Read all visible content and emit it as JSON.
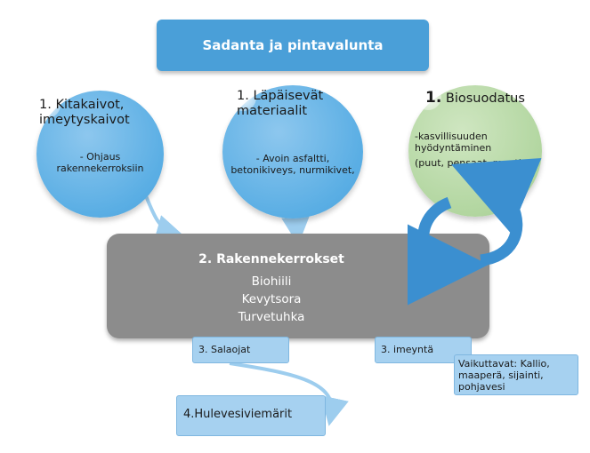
{
  "title": "Sadanta ja pintavalunta",
  "circles": [
    {
      "number": "1.",
      "heading_lines": [
        "Kitakaivot,",
        "imeytyskaivot"
      ],
      "detail_lines": [
        "- Ohjaus",
        "rakennekerroksiin"
      ]
    },
    {
      "number": "1.",
      "heading_lines": [
        "Läpäisevät",
        "materiaalit"
      ],
      "detail_lines": [
        "- Avoin asfaltti,",
        "betonikiveys, nurmikivet,"
      ]
    },
    {
      "number": "1.",
      "heading_lines": [
        "Biosuodatus"
      ],
      "detail_lines": [
        "-kasvillisuuden",
        "hyödyntäminen",
        "(puut, pensaat, muut)"
      ]
    }
  ],
  "layers": {
    "title": "2. Rakennekerrokset",
    "items": [
      "Biohiili",
      "Kevytsora",
      "Turvetuhka"
    ]
  },
  "outlets": {
    "salaojat": "3. Salaojat",
    "imeynta": "3. imeyntä",
    "hulevesi": "4.Hulevesiviemärit"
  },
  "factors": [
    "Vaikuttavat: Kallio,",
    "maaperä, sijainti,",
    "pohjavesi"
  ],
  "colors": {
    "title_bg": "#4a9fd8",
    "circle_blue": "#5aaee4",
    "circle_green": "#b2d6a0",
    "layers_bg": "#8c8c8c",
    "label_bg": "#a6d1f0"
  }
}
